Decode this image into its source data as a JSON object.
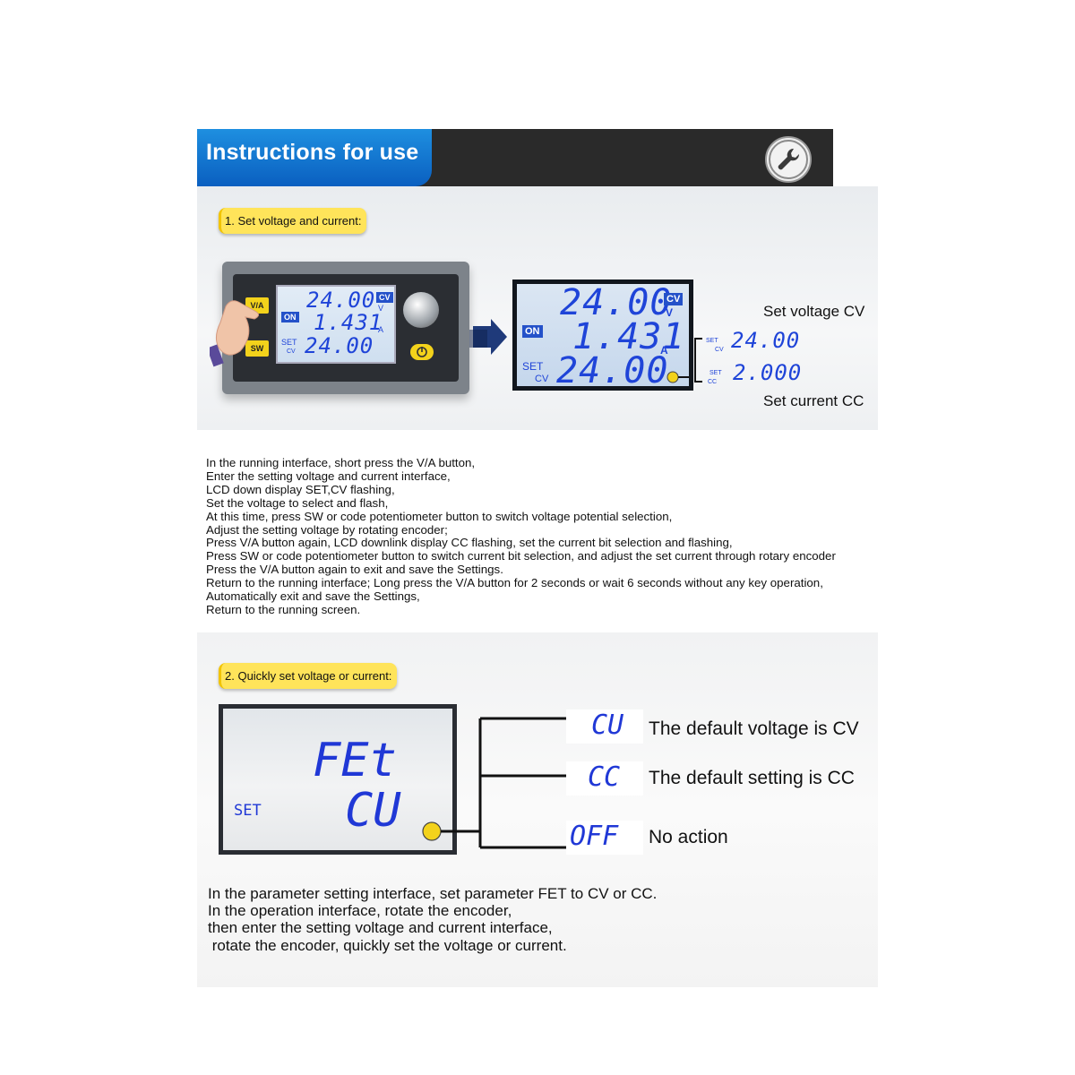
{
  "header": {
    "title": "Instructions for use",
    "icon": "wrench-icon"
  },
  "section1": {
    "label": "1. Set voltage and current:",
    "device": {
      "btn_va": "V/A",
      "btn_sw": "SW",
      "on_tag": "ON",
      "cv_tag": "CV",
      "voltage": "24.00",
      "voltage_unit": "V",
      "current": "1.431",
      "current_unit": "A",
      "set_label": "SET",
      "set_cv": "CV",
      "set_value": "24.00"
    },
    "lcd": {
      "voltage": "24.00",
      "cv_tag": "CV",
      "voltage_unit": "V",
      "on_tag": "ON",
      "current": "1.431",
      "current_unit": "A",
      "set_label": "SET",
      "set_cv": "CV",
      "set_value": "24.00"
    },
    "callouts": {
      "set_voltage_label": "Set voltage CV",
      "set_current_label": "Set current CC",
      "cv_set": "SET",
      "cv_sub": "CV",
      "cv_value": "24.00",
      "cc_set": "SET",
      "cc_sub": "CC",
      "cc_value": "2.000"
    }
  },
  "instructions1": [
    "In the running interface, short press the V/A button,",
    "Enter the setting voltage and current interface,",
    "LCD down display SET,CV flashing,",
    "Set the voltage to select and flash,",
    "At this time, press SW or code potentiometer button to switch voltage potential selection,",
    "Adjust the setting voltage by rotating encoder;",
    "Press V/A button again, LCD downlink display CC flashing, set the current bit selection and flashing,",
    "Press SW or code potentiometer button to switch current bit selection, and adjust the set current through rotary encoder",
    "Press the V/A button again to exit and save the Settings.",
    "Return to the running interface; Long press the V/A button for 2 seconds or wait 6 seconds without any key operation,",
    "Automatically exit and save the Settings,",
    "Return to the running screen."
  ],
  "section2": {
    "label": "2. Quickly set voltage or current:",
    "lcd": {
      "param": "FEt",
      "set_label": "SET",
      "value": "CU"
    },
    "options": [
      {
        "code": "CU",
        "label": "The default voltage is CV"
      },
      {
        "code": "CC",
        "label": "The default setting is CC"
      },
      {
        "code": "OFF",
        "label": "No action"
      }
    ]
  },
  "instructions2": [
    "In the parameter setting interface, set parameter FET to CV or CC.",
    "In the operation interface, rotate the encoder,",
    "then enter the setting voltage and current interface,",
    " rotate the encoder, quickly set the voltage or current."
  ],
  "colors": {
    "lcd_digit": "#1f44d8",
    "banner_blue": "#0a5fc0",
    "label_yellow": "#ffe45a",
    "indicator_yellow": "#f3d21b"
  }
}
